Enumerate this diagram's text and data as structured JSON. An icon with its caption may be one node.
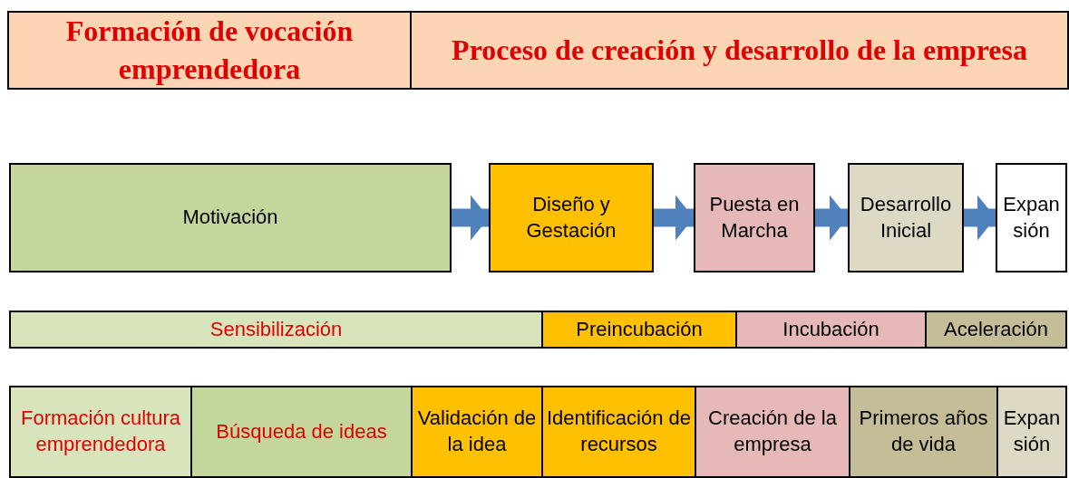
{
  "diagram": {
    "nodes": [
      {
        "text": [
          "Formación de vocación emprendedora"
        ]
      },
      {
        "text": [
          "Proceso de creación y desarrollo de la empresa"
        ]
      },
      {
        "text": [
          "Motivación"
        ]
      },
      {
        "text": [
          "Diseño y Gestación"
        ]
      },
      {
        "text": [
          "Puesta en Marcha"
        ]
      },
      {
        "text": [
          "Desarrollo Inicial"
        ]
      },
      {
        "text": [
          "Expansión"
        ]
      },
      {
        "text": [
          "Sensibilización"
        ]
      },
      {
        "text": [
          "Preincubación"
        ]
      },
      {
        "text": [
          "Incubación"
        ]
      },
      {
        "text": [
          "Aceleración"
        ]
      },
      {
        "text": [
          "Formación cultura emprendedora"
        ]
      },
      {
        "text": [
          "Búsqueda de ideas"
        ]
      },
      {
        "text": [
          "Validación de la idea"
        ]
      },
      {
        "text": [
          "Identificación de recursos"
        ]
      },
      {
        "text": [
          "Creación de la empresa"
        ]
      },
      {
        "text": [
          "Primeros años de vida"
        ]
      },
      {
        "text": [
          "Expansión"
        ]
      }
    ],
    "edges": [
      {
        "from": 2,
        "to": 3,
        "arrow": "to"
      },
      {
        "from": 3,
        "to": 4,
        "arrow": "to"
      },
      {
        "from": 4,
        "to": 5,
        "arrow": "to"
      },
      {
        "from": 5,
        "to": 6,
        "arrow": "to"
      }
    ]
  }
}
